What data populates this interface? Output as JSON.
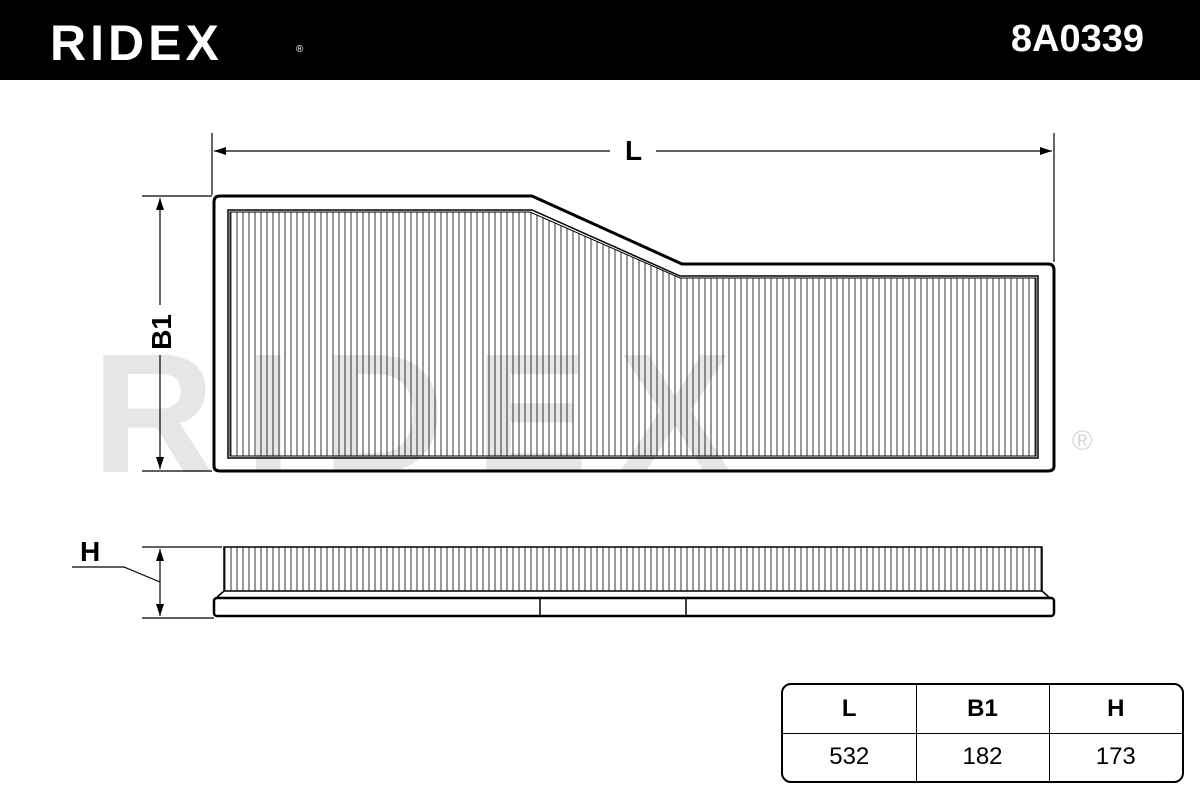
{
  "header": {
    "brand": "RIDEX",
    "trademark": "®",
    "part_number": "8A0339"
  },
  "watermark": {
    "text": "RIDEX",
    "trademark": "®"
  },
  "dimension_labels": {
    "length": "L",
    "width": "B1",
    "height": "H"
  },
  "table": {
    "headers": [
      "L",
      "B1",
      "H"
    ],
    "values": [
      "532",
      "182",
      "173"
    ]
  },
  "colors": {
    "header_bg": "#000000",
    "watermark": "#e6e6e6",
    "line": "#000000"
  }
}
